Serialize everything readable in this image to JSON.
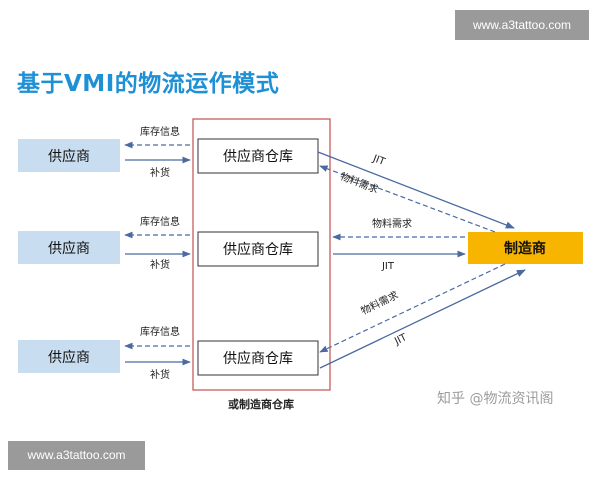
{
  "watermark_top": "www.a3tattoo.com",
  "watermark_bottom": "www.a3tattoo.com",
  "title": "基于VMI的物流运作模式",
  "supplier_label": "供应商",
  "warehouse_label": "供应商仓库",
  "warehouse_group_caption": "或制造商仓库",
  "manufacturer_label": "制造商",
  "inventory_info_label": "库存信息",
  "replenish_label": "补货",
  "jit_label": "JIT",
  "material_demand_label": "物料需求",
  "zhihu_watermark": "知乎 @物流资讯阁",
  "colors": {
    "title": "#1e90d6",
    "supplier_fill": "#c9ddf0",
    "manufacturer_fill": "#f7b500",
    "group_border": "#c0504d",
    "arrow": "#4a6aa0"
  }
}
